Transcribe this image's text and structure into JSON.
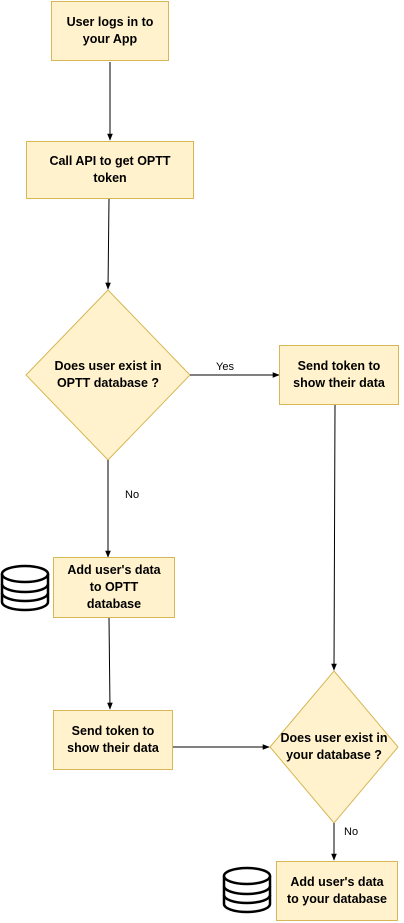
{
  "nodes": {
    "login": {
      "text": "User logs in to\nyour App"
    },
    "call_api": {
      "text": "Call API to get OPTT\ntoken"
    },
    "exists_optt": {
      "text": "Does user exist in\nOPTT database ?"
    },
    "send_token_right": {
      "text": "Send token to\nshow their data"
    },
    "add_optt": {
      "text": "Add user's data\nto OPTT\ndatabase"
    },
    "send_token_left": {
      "text": "Send token to\nshow their data"
    },
    "exists_yours": {
      "text": "Does user exist in\nyour database ?"
    },
    "add_yours": {
      "text": "Add user's data\nto your database"
    }
  },
  "edge_labels": {
    "yes": "Yes",
    "no_upper": "No",
    "no_lower": "No"
  },
  "icons": {
    "database_top": "database-icon",
    "database_bottom": "database-icon"
  },
  "colors": {
    "fill": "#fff2cc",
    "stroke": "#d6b656",
    "edge": "#000000"
  }
}
